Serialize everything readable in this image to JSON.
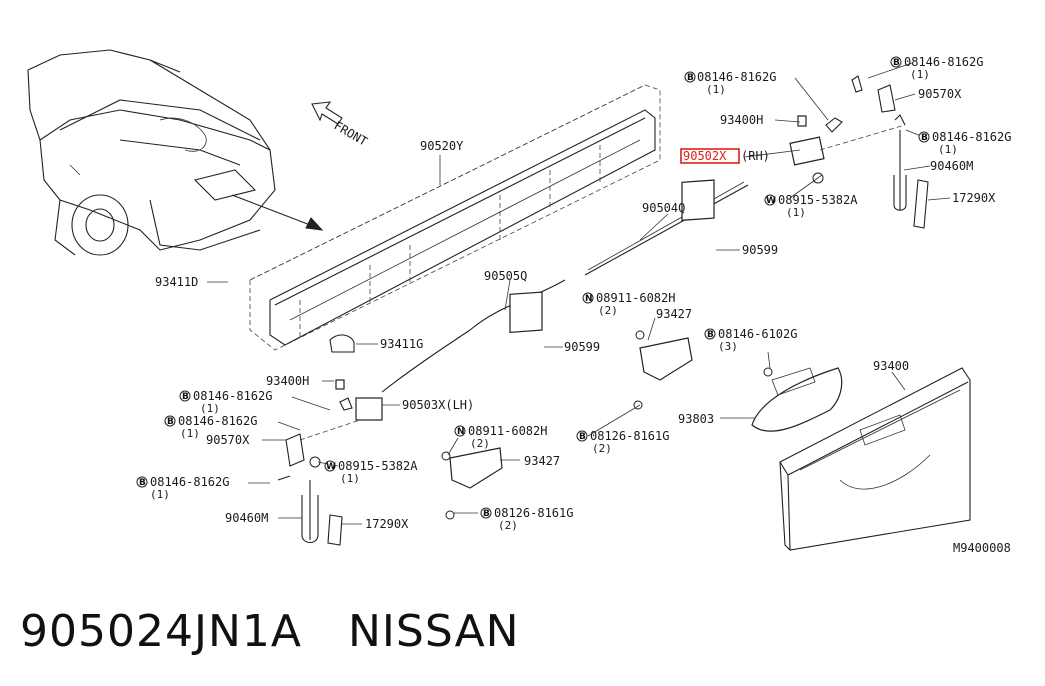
{
  "diagram": {
    "front_label": "FRONT",
    "figure_code": "M9400008",
    "highlighted_part": "90502X",
    "highlight_color": "#e0201a",
    "callouts": {
      "c_90520Y": "90520Y",
      "c_90502X": "90502X",
      "c_90502X_rh": "(RH)",
      "c_93400H_r": "93400H",
      "c_08146_8162G_top": "08146-8162G",
      "c_08146_8162G_top_q": "(1)",
      "c_08146_8162G_tr": "08146-8162G",
      "c_08146_8162G_tr_q": "(1)",
      "c_90570X_r": "90570X",
      "c_08146_8162G_r2": "08146-8162G",
      "c_08146_8162G_r2_q": "(1)",
      "c_90460M_r": "90460M",
      "c_17290X_r": "17290X",
      "c_08915_5382A_r": "08915-5382A",
      "c_08915_5382A_r_q": "(1)",
      "c_90504Q": "90504Q",
      "c_90599_r": "90599",
      "c_93411D": "93411D",
      "c_90505Q": "90505Q",
      "c_08911_6082H_top": "08911-6082H",
      "c_08911_6082H_top_q": "(2)",
      "c_93427_top": "93427",
      "c_90599_l": "90599",
      "c_93411G": "93411G",
      "c_08146_6102G": "08146-6102G",
      "c_08146_6102G_q": "(3)",
      "c_93400": "93400",
      "c_93400H_l": "93400H",
      "c_08146_8162G_l1": "08146-8162G",
      "c_08146_8162G_l1_q": "(1)",
      "c_90503X": "90503X(LH)",
      "c_08146_8162G_l2": "08146-8162G",
      "c_08146_8162G_l2_q": "(1)",
      "c_93803": "93803",
      "c_90570X_l": "90570X",
      "c_08911_6082H_mid": "08911-6082H",
      "c_08911_6082H_mid_q": "(2)",
      "c_08126_8161G_top": "08126-8161G",
      "c_08126_8161G_top_q": "(2)",
      "c_08915_5382A_l": "08915-5382A",
      "c_08915_5382A_l_q": "(1)",
      "c_93427_mid": "93427",
      "c_08146_8162G_l3": "08146-8162G",
      "c_08146_8162G_l3_q": "(1)",
      "c_08126_8161G_bot": "08126-8161G",
      "c_08126_8161G_bot_q": "(2)",
      "c_90460M_l": "90460M",
      "c_17290X_l": "17290X"
    },
    "prefix_letters": {
      "bolt": "B",
      "nut": "N",
      "washer": "W"
    }
  },
  "caption": {
    "part_number": "905024JN1A",
    "brand": "NISSAN"
  }
}
